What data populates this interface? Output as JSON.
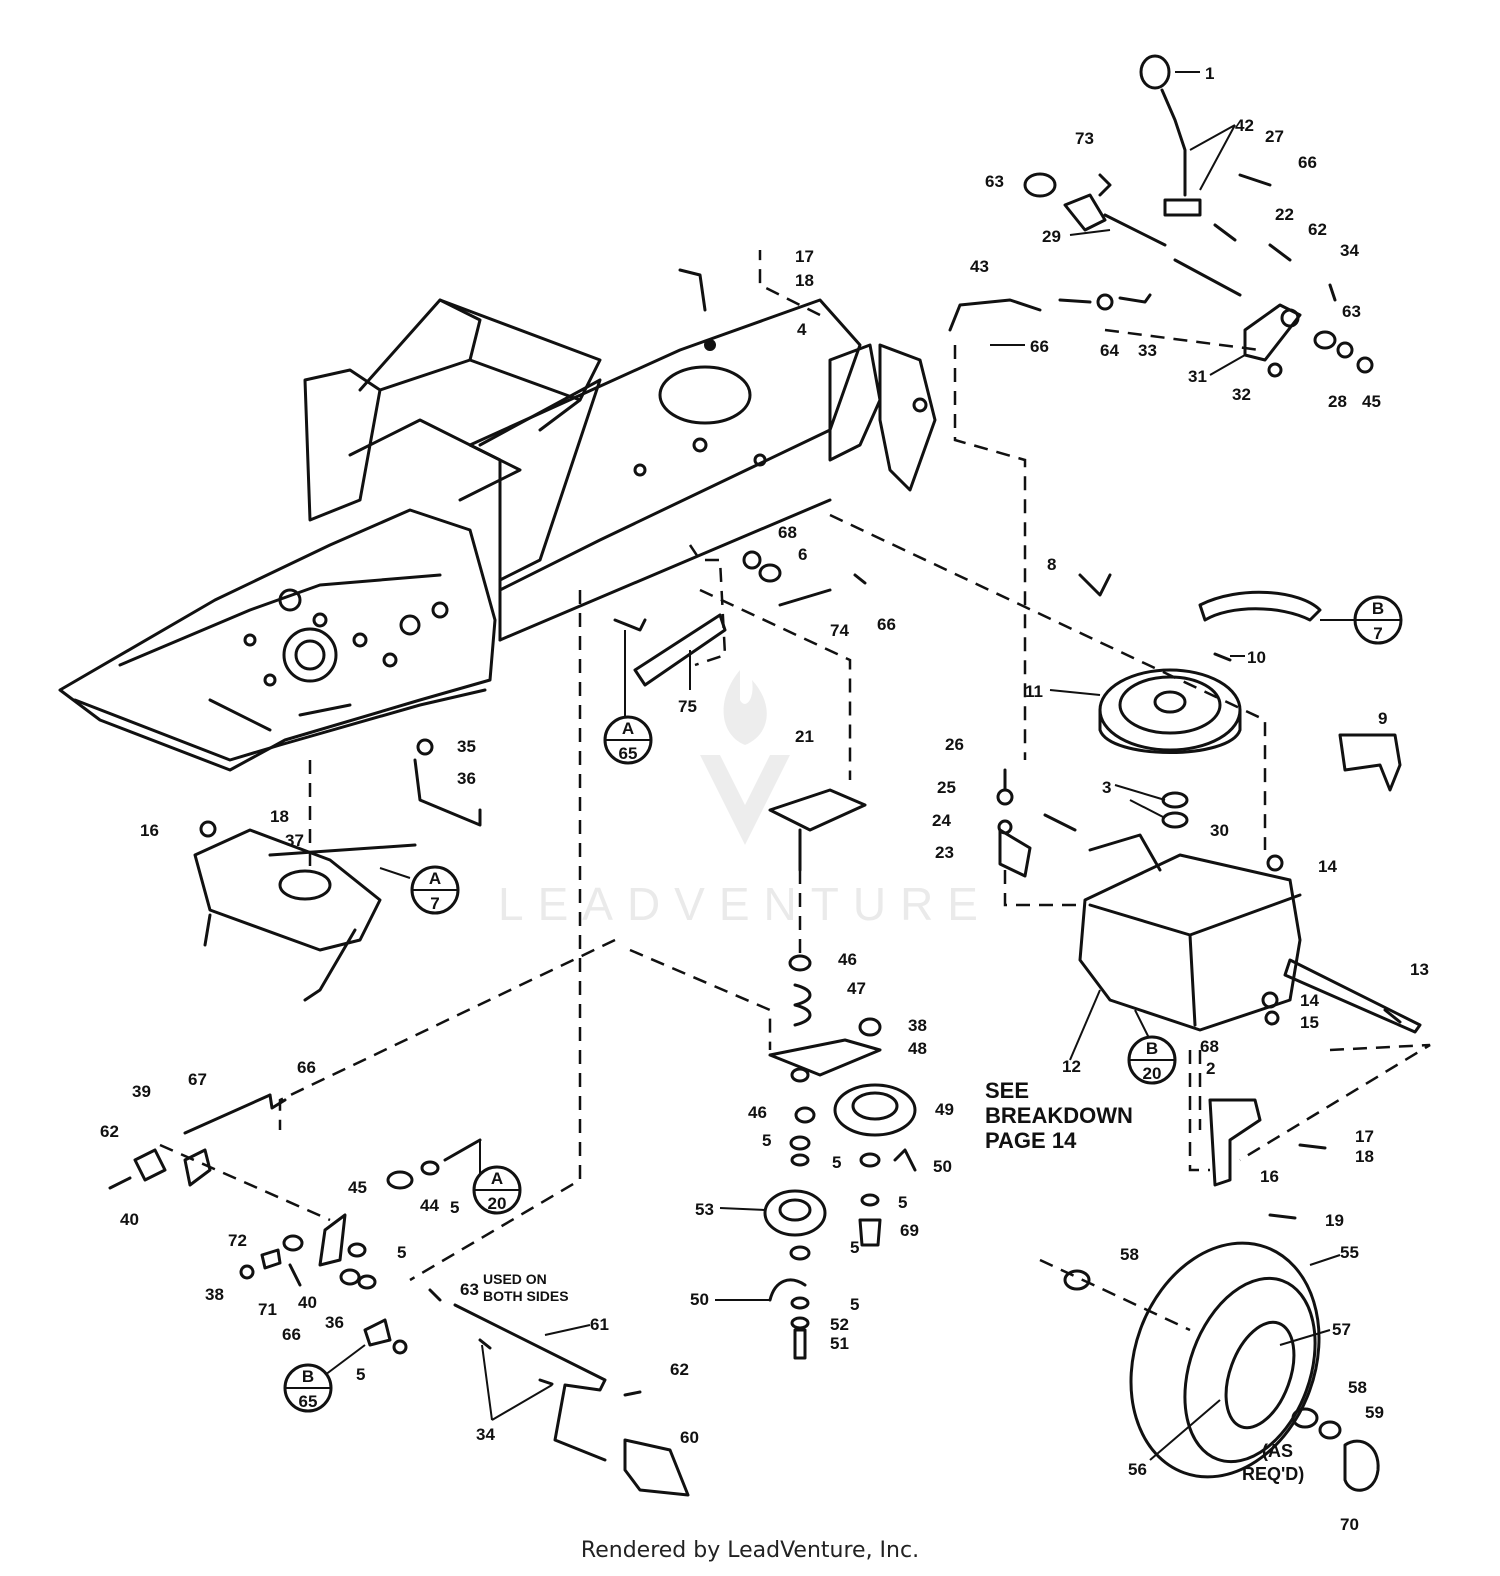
{
  "watermark": {
    "text": "LEADVENTURE"
  },
  "footer": {
    "text": "Rendered by LeadVenture, Inc."
  },
  "notes": {
    "see_breakdown_line1": "SEE",
    "see_breakdown_line2": "BREAKDOWN",
    "see_breakdown_line3": "PAGE 14",
    "used_on_line1": "USED ON",
    "used_on_line2": "BOTH SIDES",
    "as_reqd_line1": "(AS",
    "as_reqd_line2": "REQ'D)"
  },
  "references": [
    {
      "top": "B",
      "bottom": "7"
    },
    {
      "top": "A",
      "bottom": "65"
    },
    {
      "top": "A",
      "bottom": "7"
    },
    {
      "top": "B",
      "bottom": "20"
    },
    {
      "top": "A",
      "bottom": "20"
    },
    {
      "top": "B",
      "bottom": "65"
    }
  ],
  "callouts": [
    "1",
    "42",
    "27",
    "73",
    "66",
    "63",
    "22",
    "29",
    "62",
    "34",
    "17",
    "18",
    "43",
    "64",
    "33",
    "31",
    "63",
    "28",
    "45",
    "4",
    "66",
    "32",
    "68",
    "6",
    "8",
    "74",
    "66",
    "10",
    "11",
    "75",
    "9",
    "21",
    "26",
    "25",
    "3",
    "24",
    "35",
    "36",
    "16",
    "18",
    "37",
    "23",
    "30",
    "14",
    "46",
    "47",
    "38",
    "48",
    "13",
    "14",
    "15",
    "12",
    "68",
    "2",
    "67",
    "66",
    "39",
    "62",
    "46",
    "5",
    "49",
    "5",
    "50",
    "5",
    "53",
    "69",
    "17",
    "18",
    "16",
    "19",
    "45",
    "44",
    "5",
    "72",
    "5",
    "40",
    "40",
    "38",
    "71",
    "66",
    "36",
    "5",
    "63",
    "61",
    "62",
    "34",
    "60",
    "5",
    "50",
    "5",
    "52",
    "51",
    "58",
    "55",
    "57",
    "58",
    "59",
    "56",
    "70"
  ]
}
